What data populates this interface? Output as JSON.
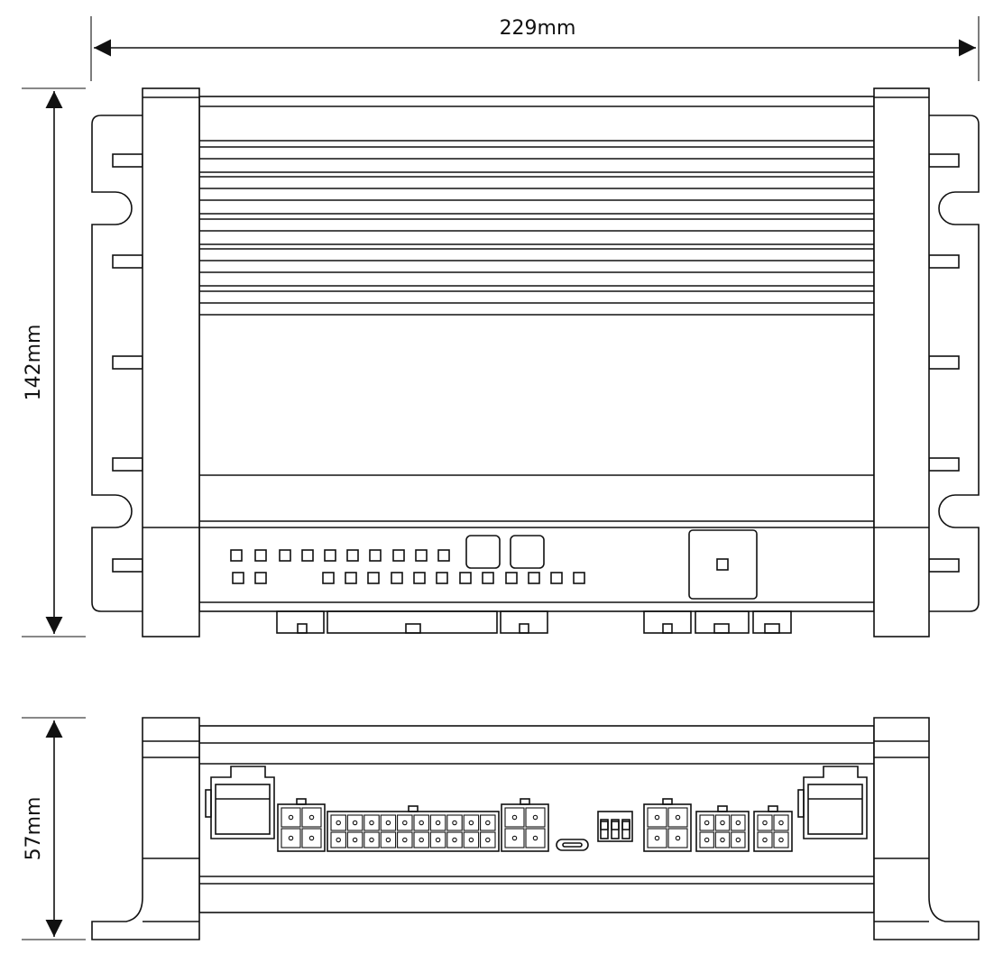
{
  "dimensions": {
    "width": "229mm",
    "height": "142mm",
    "depth": "57mm"
  },
  "views": {
    "top": "top-view",
    "front": "front-view"
  },
  "colors": {
    "stroke": "#111111",
    "background": "#ffffff"
  }
}
